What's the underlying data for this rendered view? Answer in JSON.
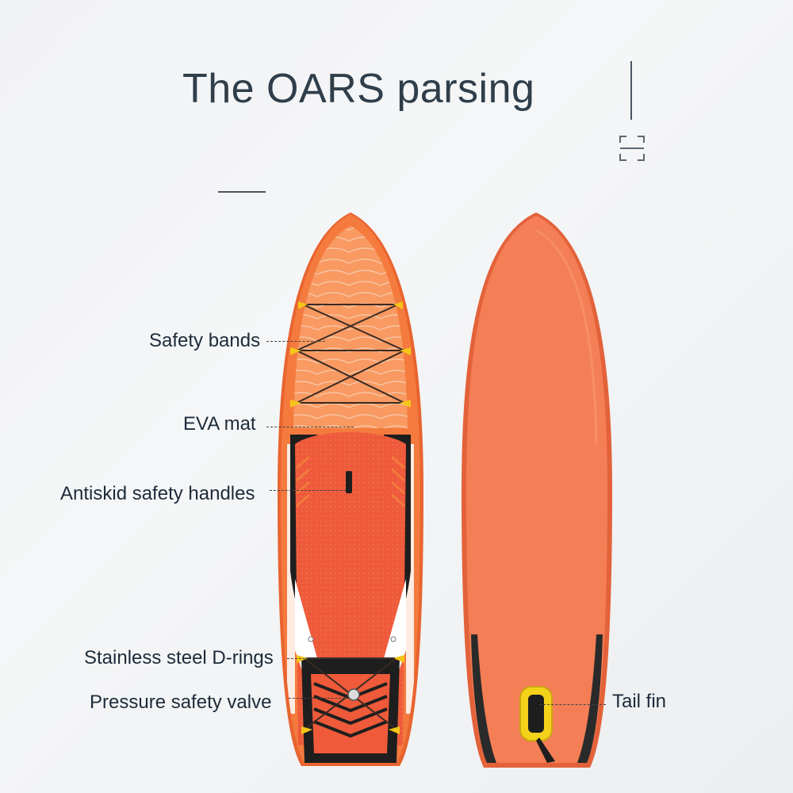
{
  "title": "The OARS parsing",
  "labels": {
    "safety_bands": "Safety bands",
    "eva_mat": "EVA mat",
    "antiskid_handles": "Antiskid safety handles",
    "d_rings": "Stainless steel D-rings",
    "pressure_valve": "Pressure safety valve",
    "tail_fin": "Tail fin"
  },
  "colors": {
    "board_orange": "#f47a3e",
    "deck_pad": "#ee5a3a",
    "pad_black": "#1e1e1e",
    "accent_yellow": "#f5c518",
    "text": "#1d2b3a"
  },
  "icons": {
    "frame": "expand-frame-icon"
  }
}
